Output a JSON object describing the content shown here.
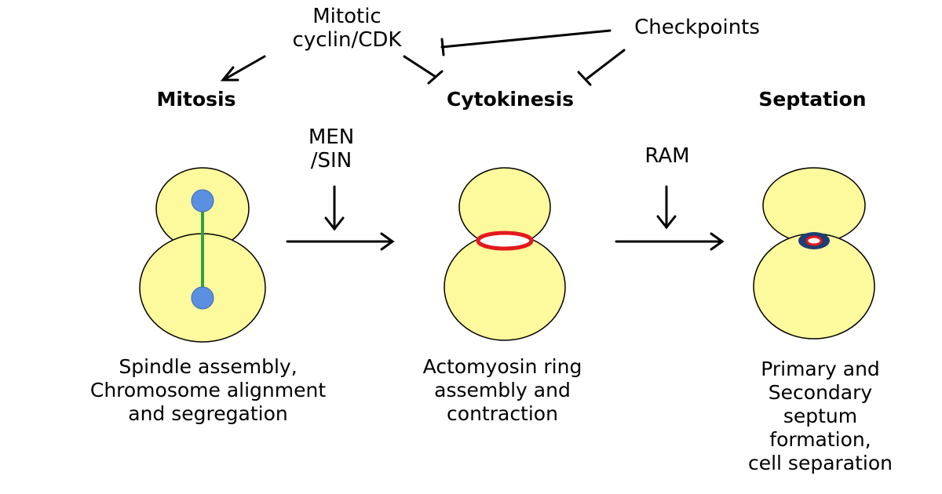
{
  "regulators": {
    "cyclin_cdk": "Mitotic\ncyclin/CDK",
    "checkpoints": "Checkpoints",
    "men_sin": "MEN\n/SIN",
    "ram": "RAM"
  },
  "stages": [
    {
      "title": "Mitosis",
      "caption": "Spindle assembly,\nChromosome alignment\nand segregation"
    },
    {
      "title": "Cytokinesis",
      "caption": "Actomyosin ring\nassembly and\ncontraction"
    },
    {
      "title": "Septation",
      "caption": "Primary and\nSecondary\nseptum\nformation,\ncell separation"
    }
  ],
  "colors": {
    "cell_fill": "#fcfa9c",
    "cell_stroke": "#000000",
    "spindle": "#2ea043",
    "spindle_pole": "#5b8fe0",
    "actomyosin_ring": "#e3191c",
    "septum": "#1f3e73"
  }
}
